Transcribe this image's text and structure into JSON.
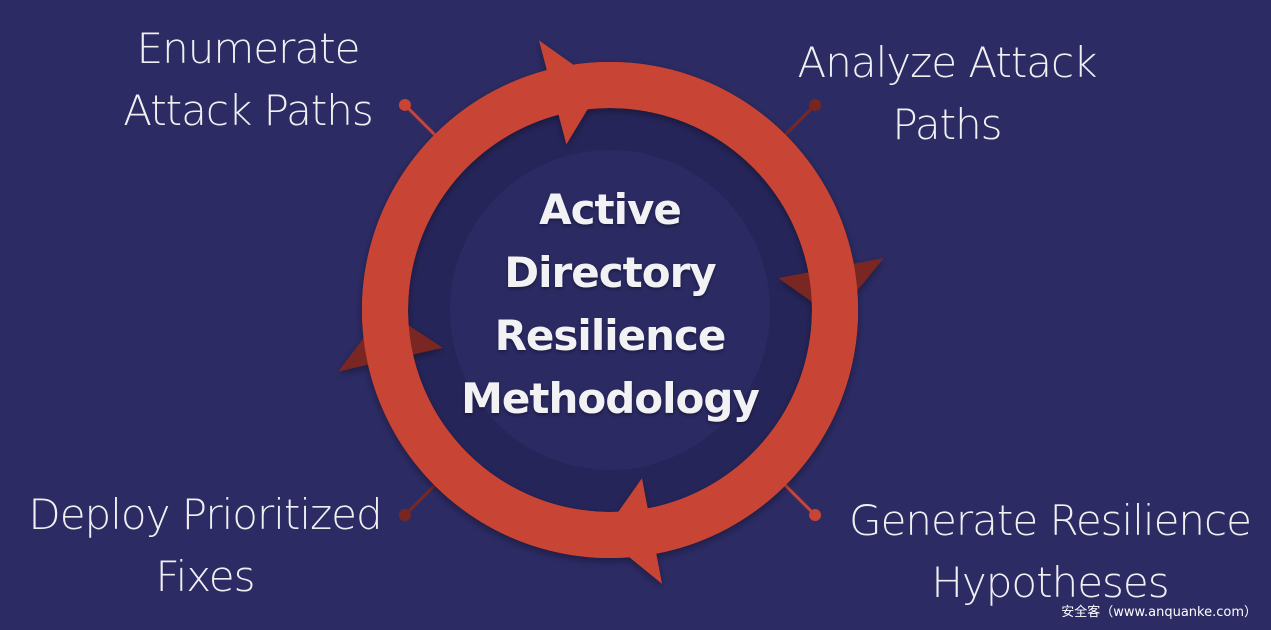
{
  "diagram": {
    "type": "cycle",
    "center_title": [
      "Active",
      "Directory",
      "Resilience",
      "Methodology"
    ],
    "steps": [
      {
        "id": "tl",
        "lines": [
          "Enumerate",
          "Attack Paths"
        ]
      },
      {
        "id": "tr",
        "lines": [
          "Analyze Attack",
          "Paths"
        ]
      },
      {
        "id": "br",
        "lines": [
          "Generate Resilience",
          "Hypotheses"
        ]
      },
      {
        "id": "bl",
        "lines": [
          "Deploy Prioritized",
          "Fixes"
        ]
      }
    ],
    "flow_direction": "clockwise"
  },
  "colors": {
    "background": "#2c2b64",
    "arrow_light": "#c84536",
    "arrow_dark": "#7a2620",
    "inner_circle": "#2b2a63",
    "inner_ring": "#26255a",
    "text": "#f0f0f2"
  },
  "watermark": "安全客（www.anquanke.com）"
}
